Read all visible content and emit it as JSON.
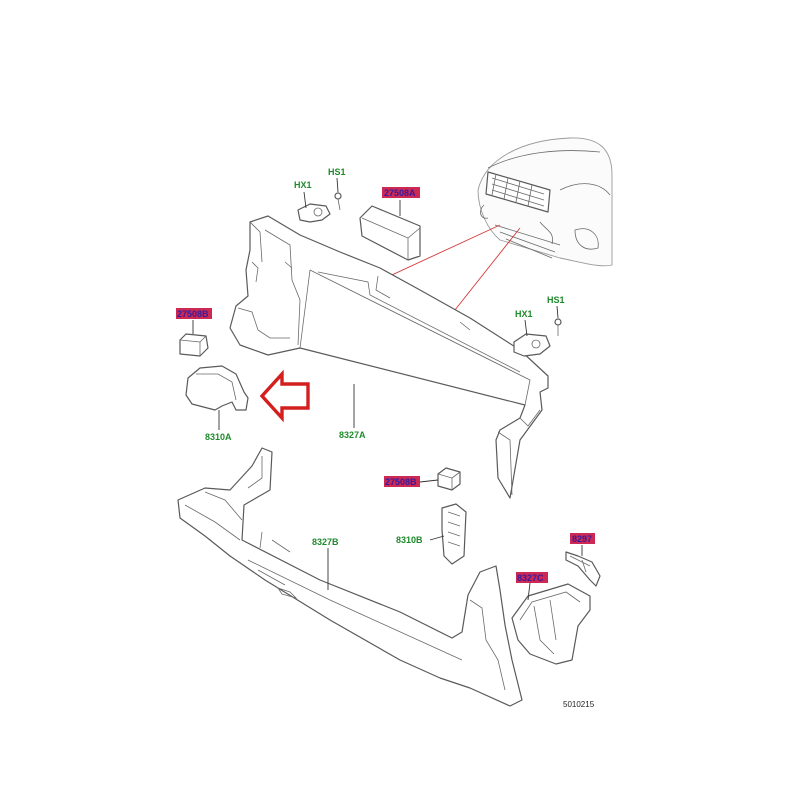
{
  "colors": {
    "callout_green": "#1f8a2c",
    "callout_red_highlight": "#cc2a55",
    "callout_red_text": "#3a1a9a",
    "arrow": "#d41f1f",
    "section_line": "#d43a3a"
  },
  "callouts": {
    "hx1_left": "HX1",
    "hs1_left": "HS1",
    "p2750ba": "27508A",
    "hx1_right": "HX1",
    "hs1_right": "HS1",
    "p2750bb_left": "27508B",
    "p8310a": "8310A",
    "p8327a": "8327A",
    "p2750bb_right": "27508B",
    "p8310b": "8310B",
    "p8327b": "8327B",
    "p8297": "8297",
    "p8327c": "8327C"
  },
  "reference_number": "5010215"
}
